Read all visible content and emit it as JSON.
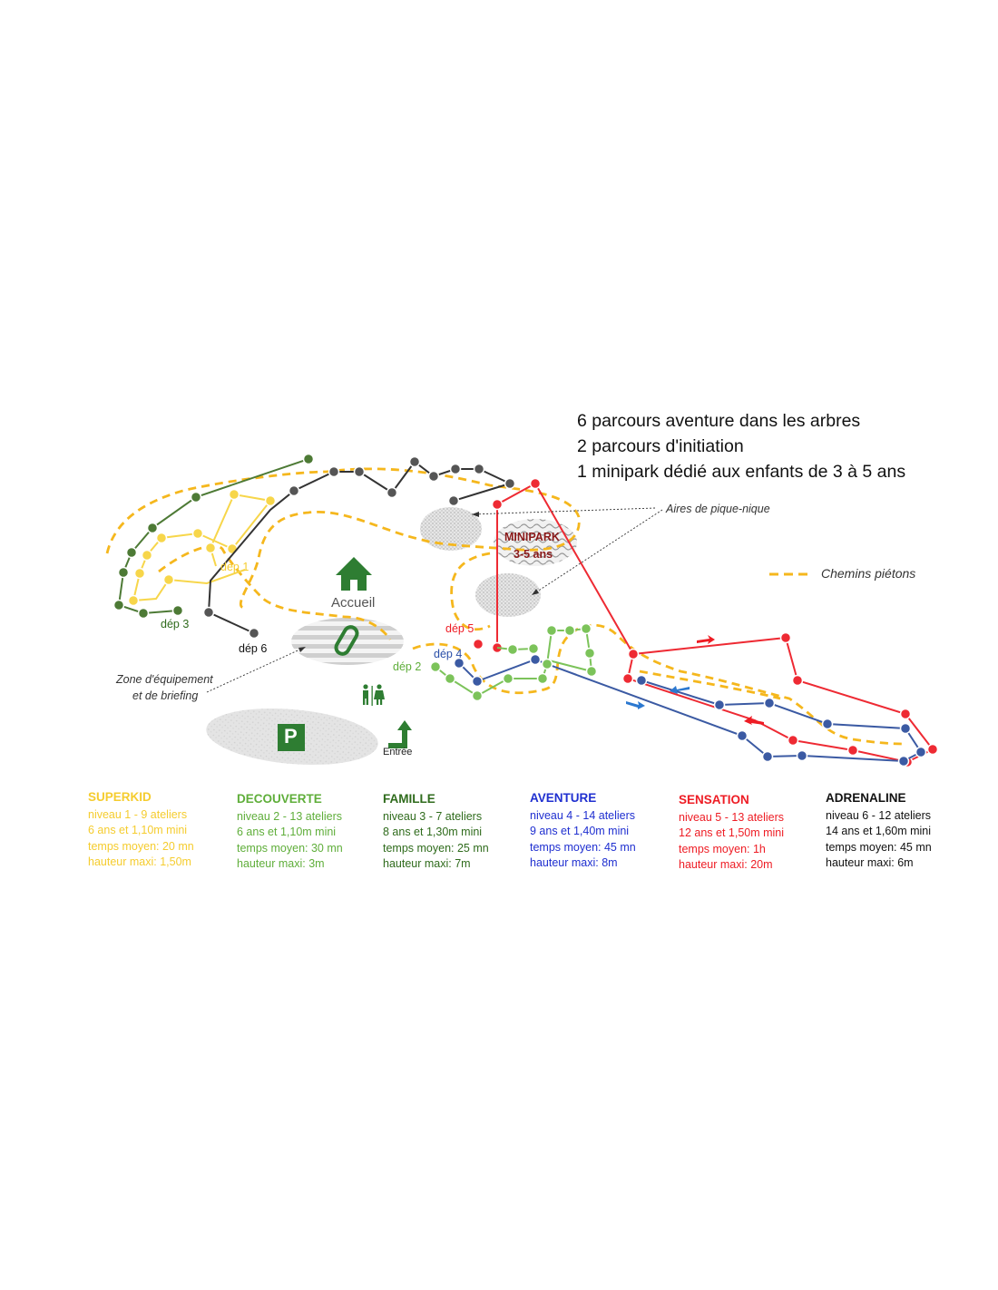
{
  "headline": [
    "6 parcours aventure dans les arbres",
    "2 parcours d'initiation",
    "1 minipark dédié aux enfants de 3 à 5 ans"
  ],
  "map": {
    "picnic_label": "Aires de pique-nique",
    "paths_label": "Chemins piétons",
    "minipark_title": "MINIPARK",
    "minipark_age": "3-5 ans",
    "accueil_label": "Accueil",
    "equipment_zone_label": [
      "Zone d'équipement",
      "et de briefing"
    ],
    "entrance_label": "Entrée",
    "parking_letter": "P",
    "departures": [
      {
        "label": "dép 1",
        "color": "#f5cc2e"
      },
      {
        "label": "dép 2",
        "color": "#5fae3a"
      },
      {
        "label": "dép 3",
        "color": "#2f6b1c"
      },
      {
        "label": "dép 4",
        "color": "#2a4fa8"
      },
      {
        "label": "dép 5",
        "color": "#ee1c24"
      },
      {
        "label": "dép 6",
        "color": "#111111"
      }
    ],
    "icons": [
      "house-icon",
      "carabiner-icon",
      "restroom-icon",
      "parking-icon",
      "entrance-arrow-icon",
      "direction-arrow-icon"
    ]
  },
  "courses": [
    {
      "name": "SUPERKID",
      "color": "#f5cc2e",
      "lines": [
        "niveau 1 - 9 ateliers",
        "6 ans et 1,10m mini",
        "temps moyen: 20 mn",
        "hauteur maxi: 1,50m"
      ]
    },
    {
      "name": "DECOUVERTE",
      "color": "#5fae3a",
      "lines": [
        "niveau 2 - 13 ateliers",
        "6 ans et 1,10m mini",
        "temps moyen: 30 mn",
        "hauteur maxi: 3m"
      ]
    },
    {
      "name": "FAMILLE",
      "color": "#2f6b1c",
      "lines": [
        "niveau 3 - 7 ateliers",
        "8 ans et 1,30m mini",
        "temps moyen: 25 mn",
        "hauteur maxi: 7m"
      ]
    },
    {
      "name": "AVENTURE",
      "color": "#1f2fd0",
      "lines": [
        "niveau 4 - 14 ateliers",
        "9 ans et 1,40m mini",
        "temps moyen: 45 mn",
        "hauteur maxi: 8m"
      ]
    },
    {
      "name": "SENSATION",
      "color": "#ee1c24",
      "lines": [
        "niveau 5 - 13 ateliers",
        "12 ans et 1,50m mini",
        "temps moyen: 1h",
        "hauteur maxi: 20m"
      ]
    },
    {
      "name": "ADRENALINE",
      "color": "#111111",
      "lines": [
        "niveau 6 - 12 ateliers",
        "14 ans et 1,60m mini",
        "temps moyen: 45 mn",
        "hauteur maxi: 6m"
      ]
    }
  ],
  "colors": {
    "path_dash": "#f5b71d",
    "aventure_route": "#3b5aa3",
    "sensation_route": "#ee2a33",
    "adrenaline_route": "#333333",
    "famille_route": "#4d7a35",
    "decouverte_route": "#7cc35a",
    "superkid_route": "#f7d64a",
    "accueil_green": "#2e7d32"
  }
}
